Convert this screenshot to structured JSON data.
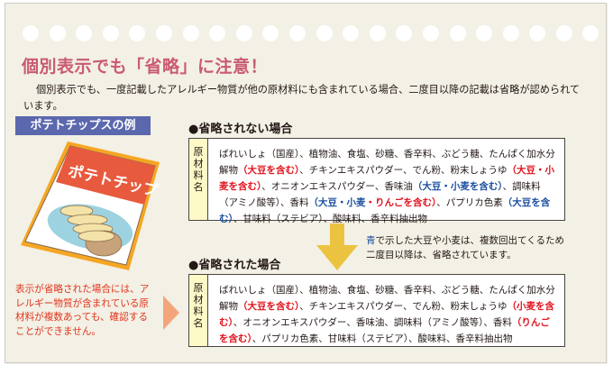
{
  "title": "個別表示でも「省略」に注意！",
  "intro": "個別表示でも、一度記載したアレルギー物質が他の原材料にも含まれている場合、二度目以降の記載は省略が認められています。",
  "example_label": "ポテトチップスの例",
  "bag_text": "ポテトチップ",
  "side_note": "表示が省略された場合には、アレルギー物質が含まれている原材料が複数あっても、確認することができません。",
  "label_chars": [
    "原",
    "材",
    "料",
    "名"
  ],
  "section_not_omitted": {
    "heading": "●省略されない場合",
    "segments": [
      {
        "t": "ばれいしょ（国産）、植物油、食塩、砂糖、香辛料、ぶどう糖、たんぱく加水分解物",
        "c": ""
      },
      {
        "t": "（大豆を含む）",
        "c": "red"
      },
      {
        "t": "、チキンエキスパウダー、でん粉、粉末しょうゆ",
        "c": ""
      },
      {
        "t": "（大豆・小麦を含む）",
        "c": "red"
      },
      {
        "t": "、オニオンエキスパウダー、香味油",
        "c": ""
      },
      {
        "t": "（大豆・小麦を含む）",
        "c": "blue"
      },
      {
        "t": "、調味料（アミノ酸等）、香料",
        "c": ""
      },
      {
        "t": "（大豆・小麦",
        "c": "blue"
      },
      {
        "t": "・りんごを含む）",
        "c": "red"
      },
      {
        "t": "、パプリカ色素",
        "c": ""
      },
      {
        "t": "（大豆を含む）",
        "c": "blue"
      },
      {
        "t": "、甘味料（ステビア）、酸味料、香辛料抽出物",
        "c": ""
      }
    ]
  },
  "arrow_note": {
    "highlight": "青",
    "rest": "で示した大豆や小麦は、複数回出てくるため二度目以降は、省略されています。"
  },
  "section_omitted": {
    "heading": "●省略された場合",
    "segments": [
      {
        "t": "ばれいしょ（国産）、植物油、食塩、砂糖、香辛料、ぶどう糖、たんぱく加水分解物",
        "c": ""
      },
      {
        "t": "（大豆を含む）",
        "c": "red"
      },
      {
        "t": "、チキンエキスパウダー、でん粉、粉末しょうゆ",
        "c": ""
      },
      {
        "t": "（小麦を含む）",
        "c": "red"
      },
      {
        "t": "、オニオンエキスパウダー、香味油、調味料（アミノ酸等）、香料",
        "c": ""
      },
      {
        "t": "（りんごを含む）",
        "c": "red"
      },
      {
        "t": "、パプリカ色素、甘味料（ステビア）、酸味料、香辛料抽出物",
        "c": ""
      }
    ]
  },
  "colors": {
    "background": "#f3f0e5",
    "title": "#c95b70",
    "label_bg": "#5b68ae",
    "allergen_red": "#e0141e",
    "allergen_blue": "#1c4fa0",
    "arrow": "#ecc340",
    "label_column": "#fff9c7"
  }
}
